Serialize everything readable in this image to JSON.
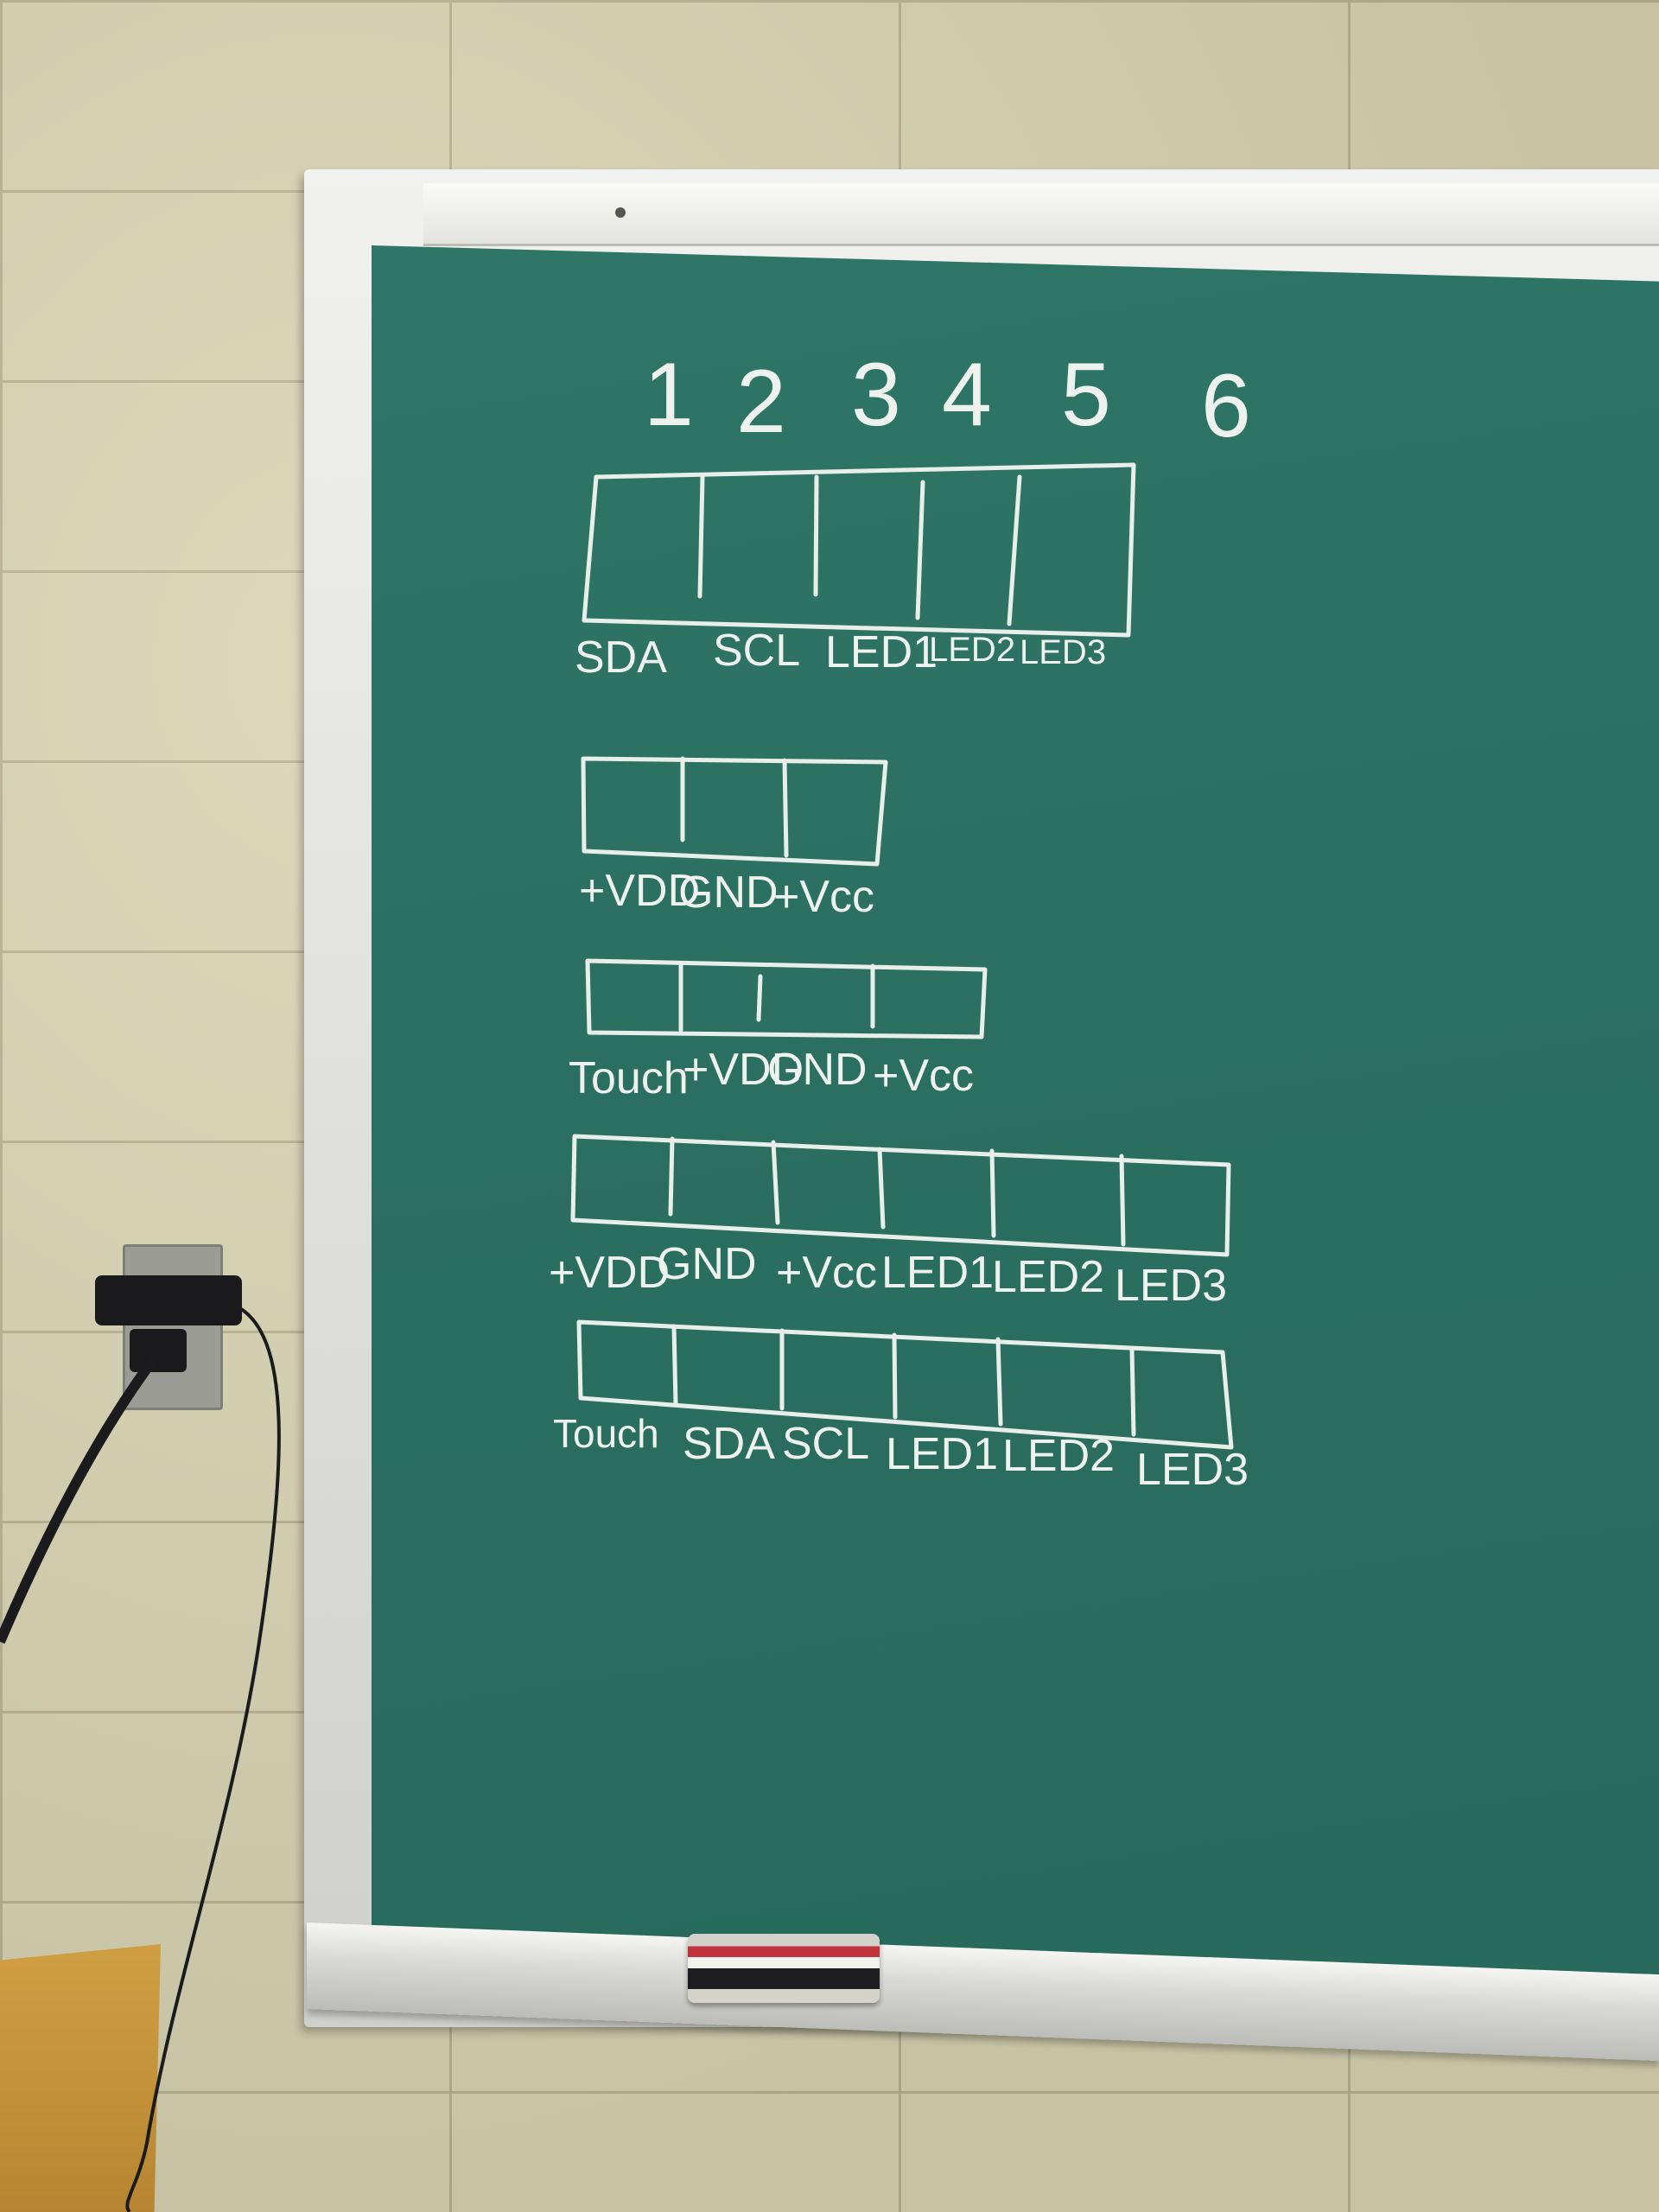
{
  "scene": {
    "colors": {
      "wall": "#d8d3b2",
      "board": "#2b6f60",
      "chalk": "#eef2ee",
      "frame": "#e6e6e2",
      "eraser_stripe": "#c0353c",
      "chair": "#c4923a"
    },
    "board": {
      "column_numbers": [
        "1",
        "2",
        "3",
        "4",
        "5",
        "6"
      ],
      "connectors": [
        {
          "id": "connector-1",
          "labels": [
            "SDA",
            "SCL",
            "LED1",
            "LED2",
            "LED3"
          ]
        },
        {
          "id": "connector-2",
          "labels": [
            "+VDD",
            "GND",
            "+Vcc"
          ]
        },
        {
          "id": "connector-3",
          "labels": [
            "Touch",
            "+VDD",
            "GND",
            "+Vcc"
          ]
        },
        {
          "id": "connector-4",
          "labels": [
            "+VDD",
            "GND",
            "+Vcc",
            "LED1",
            "LED2",
            "LED3"
          ]
        },
        {
          "id": "connector-5",
          "labels": [
            "Touch",
            "SDA",
            "SCL",
            "LED1",
            "LED2",
            "LED3"
          ]
        }
      ]
    },
    "icons": [
      "power-outlet-icon",
      "charger-icon",
      "eraser-icon"
    ]
  }
}
